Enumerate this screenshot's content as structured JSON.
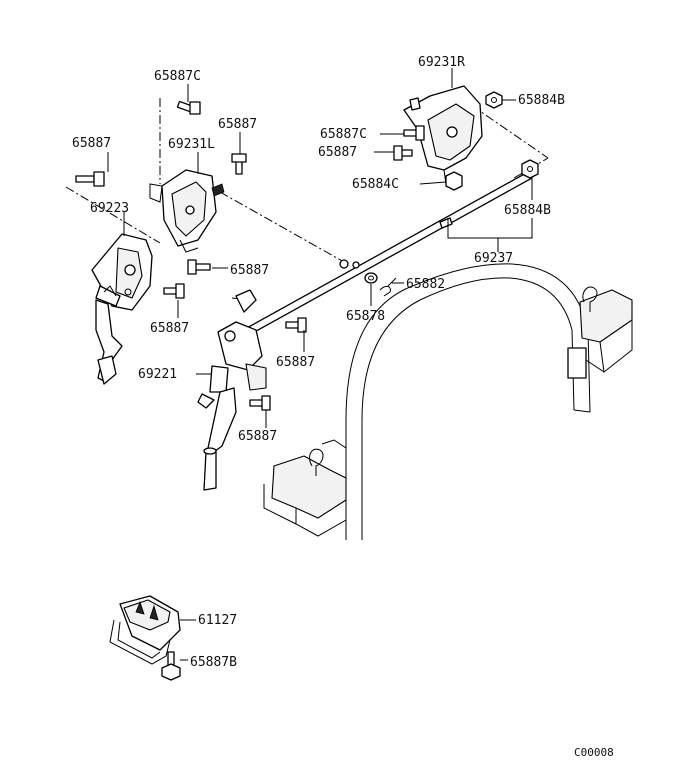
{
  "diagram": {
    "code": "C00008",
    "labels": {
      "p65887C_top": "65887C",
      "p65887_left": "65887",
      "p69231L": "69231L",
      "p65887_mid": "65887",
      "p69223": "69223",
      "p65887_a": "65887",
      "p65887_b": "65887",
      "p69221": "69221",
      "p65887_c": "65887",
      "p65887_d": "65887",
      "p69231R": "69231R",
      "p65884B_top": "65884B",
      "p65887C_right": "65887C",
      "p65887_right": "65887",
      "p65884C": "65884C",
      "p65884B_right": "65884B",
      "p69237": "69237",
      "p65882": "65882",
      "p65878": "65878",
      "p61127": "61127",
      "p65887B": "65887B"
    }
  }
}
